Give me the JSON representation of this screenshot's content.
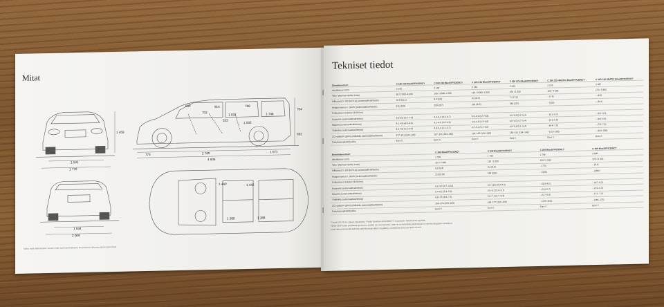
{
  "left_page": {
    "title": "Mitat",
    "dims": {
      "front_height": "1 459",
      "front_track": "1 541",
      "front_width": "1 770",
      "rear_track": "1 544",
      "rear_width": "2 009",
      "side_964": "964",
      "side_914": "914",
      "side_702": "702",
      "side_1032": "1 032",
      "side_798": "798",
      "side_1748": "1 748",
      "side_523": "523",
      "side_1030": "1 030",
      "side_704": "704",
      "side_592": "592",
      "side_775": "775",
      "wheelbase": "2 760",
      "rear_overhang": "1 071",
      "length": "4 606",
      "top_1440": "1 440",
      "top_1442": "1 442",
      "top_1380": "1 380",
      "top_1388": "1 388"
    },
    "footnote": "Kaikki mitat millimetreinä. Kuvien mitat ovat keskimääräisiä. Ne koskevat vakiovarusteisia ajoneuvoja."
  },
  "right_page": {
    "title": "Tekniset tiedot",
    "diesel": {
      "section": "Dieselmoottorit",
      "models": [
        "C 180 CDI BlueEFFICIENCY",
        "C 200 CDI BlueEFFICIENCY",
        "C 220 CDI BlueEFFICIENCY",
        "C 250 CDI BlueEFFICIENCY",
        "C 250 CDI 4MATIC BlueEFFICIENCY",
        "C 350 CDI 4MATIC BlueEFFICIENCY¹"
      ],
      "rows": [
        {
          "label": "Iskutilavuus (cm³)",
          "values": [
            "2 143",
            "2 143",
            "2 143",
            "2 143",
            "2 143",
            "2 987"
          ]
        },
        {
          "label": "Teho¹ (kW kierroksilla 1/min)",
          "values": [
            "88 / 2 800–4 600",
            "100 / 3 800–4 200",
            "125 / 3 000–4 200",
            "150 / 4 200",
            "150 / 4 200",
            "170 / 3 800"
          ]
        },
        {
          "label": "Kiihtyvyys 0–100 km/h (s) (automaattivaihteisto)",
          "values": [
            "10,8 (11,1)",
            "9,6 (9,9)",
            "8,5 (8,5)",
            "7,2 (7,4)",
            "– (7,4)",
            "– (6,5)"
          ]
        },
        {
          "label": "Huippunopeus n. (km/h) (automaattivaihteisto)",
          "values": [
            "211 (210)",
            "229 (227)",
            "218 (215)",
            "238 (237)",
            "– (235)",
            "– (241)"
          ]
        },
        {
          "label": "Polttoaineen kulutus² (l/100 km)",
          "values": [
            "",
            "",
            "",
            "",
            "",
            ""
          ]
        },
        {
          "label": "Kaupunki (automaattivaihteisto)",
          "values": [
            "6,0–6,3 (6,7–7,0)",
            "6,0–6,4 (6,4–6,7)",
            "6,0–6,3 (6,5–6,8)",
            "6,0–6,3 (6,2–6,4)",
            "– (6,1–6,7)",
            "– (8,2–9,3)"
          ]
        },
        {
          "label": "Maantie (automaattivaihteisto)",
          "values": [
            "4,1–4,8 (4,5–4,9)",
            "4,1–4,8 (4,5–4,9)",
            "4,0–4,5 (4,3–4,6)",
            "4,0–4,5 (4,7–5,4)",
            "– (6,3–5,8)",
            "– (6,0–6,6)"
          ]
        },
        {
          "label": "Yhdistetty (automaattivaihteisto)",
          "values": [
            "4,6–4,9 (5,2–5,8)",
            "4,8–5,4 (5,1–5,7)",
            "4,7–5,2 (5,1–5,5)",
            "4,9–5,4 (5,1–5,4)",
            "– (6,4–7,0)",
            "– (7,0–7,6)"
          ]
        },
        {
          "label": "CO₂-päästö² (g/km) yhdistetty (automaattivaihteisto)",
          "values": [
            "127–141 (134–146)",
            "127–141 (134–146)",
            "124–135 (134–148)",
            "128–141 (134–148)",
            "– (170–180)",
            "– (181–200)"
          ]
        },
        {
          "label": "Pakokaasupäästöluokka",
          "values": [
            "Euro 5",
            "Euro 5",
            "Euro 5",
            "Euro 5",
            "Euro 5",
            "Euro 5"
          ]
        }
      ]
    },
    "petrol": {
      "section": "Bensiinimoottorit",
      "models": [
        "C 180 BlueEFFICIENCY",
        "C 200 BlueEFFICIENCY",
        "C 250 BlueEFFICIENCY",
        "C 350 BlueEFFICIENCY"
      ],
      "rows": [
        {
          "label": "Iskutilavuus (cm³)",
          "values": [
            "1 796",
            "1 796",
            "1 796",
            "3 498"
          ]
        },
        {
          "label": "Teho¹ (kW kierroksilla 1/min)",
          "values": [
            "115 / 5 000",
            "135 / 5 250",
            "150 / 5 500",
            "225 / 6 500"
          ]
        },
        {
          "label": "Kiihtyvyys 0–100 km/h (s) (automaattivaihteisto)",
          "values": [
            "9,2 (9,3)",
            "8,4 (8,3)",
            "– (7,6)",
            "– (6,1)"
          ]
        },
        {
          "label": "Huippunopeus n. (km/h) (automaattivaihteisto)",
          "values": [
            "218 (216)",
            "230 (226)",
            "– (233)",
            "– (250)³"
          ]
        },
        {
          "label": "Polttoaineen kulutus² (l/100 km)",
          "values": [
            "",
            "",
            "",
            ""
          ]
        },
        {
          "label": "Kaupunki (automaattivaihteisto)",
          "values": [
            "9,2–9,5 (9,7–10,0)",
            "9,6–10,0 (8,9–9,5)",
            "– (8,9–9,5)",
            "– (8,7–9,3)"
          ]
        },
        {
          "label": "Maantie (automaattivaihteisto)",
          "values": [
            "5,4–6,1 (5,4–5,9)",
            "5,5–6,2 (5,4–5,7)",
            "– (5,4–5,7)",
            "– (5,9–6,3)"
          ]
        },
        {
          "label": "Yhdistetty (automaattivaihteisto)",
          "values": [
            "6,9–7,5 (6,9–7,2)",
            "6,9–7,5 (6,7–6,9)",
            "– (6,7–6,9)",
            "– (7,1–7,4)"
          ]
        },
        {
          "label": "CO₂-päästö² (g/km) yhdistetty (automaattivaihteisto)",
          "values": [
            "163–174 (159–163)",
            "168–177 (155–162)",
            "– (155–162)",
            "– (169–175)"
          ]
        },
        {
          "label": "Pakokaasupäästöluokka",
          "values": [
            "Euro 5",
            "Euro 5",
            "Euro 5",
            "Euro 5"
          ]
        }
      ]
    },
    "notes": [
      "¹Tiedot ECE R 85 -ohjeen mukaisesti.  ²Tiedot direktiivin 80/1268/ETY mukaisesti.  ³Sähköisesti rajoitettu.",
      "Tiedot eivät koske yksittäistä ajoneuvoa eivätkä ole osa tarjousta, vaan ne on tarkoitettu yksinomaan eri ajoneuvotyyppien vertailuun.",
      "Lisää tietoja teknisistä tiedoista saat Mercedes-Benz-myyjältä ja osoitteesta www.mercedes-benz.fi"
    ]
  }
}
